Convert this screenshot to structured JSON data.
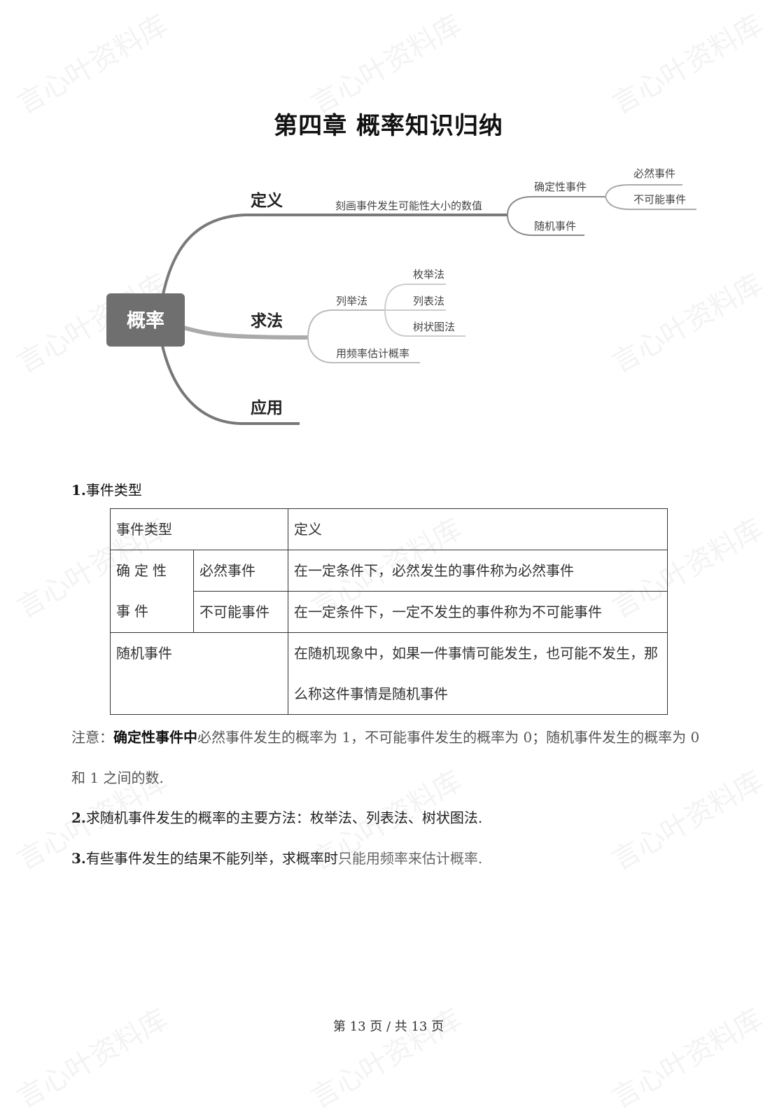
{
  "page_title": "第四章  概率知识归纳",
  "watermark_text": "言心叶资料库",
  "mindmap": {
    "root": "概率",
    "branches": {
      "definition": "定义",
      "method": "求法",
      "application": "应用"
    },
    "definition_desc": "刻画事件发生可能性大小的数值",
    "deterministic": "确定性事件",
    "certain": "必然事件",
    "impossible": "不可能事件",
    "random": "随机事件",
    "enumeration": "列举法",
    "list_method": "枚举法",
    "table_method": "列表法",
    "tree_method": "树状图法",
    "frequency_estimate": "用频率估计概率"
  },
  "section1": {
    "num": "1.",
    "title": "事件类型"
  },
  "table": {
    "header_type": "事件类型",
    "header_def": "定义",
    "deterministic": "确定性事件",
    "certain": "必然事件",
    "certain_def": "在一定条件下，必然发生的事件称为必然事件",
    "impossible": "不可能事件",
    "impossible_def": "在一定条件下，一定不发生的事件称为不可能事件",
    "random": "随机事件",
    "random_def": "在随机现象中，如果一件事情可能发生，也可能不发生，那么称这件事情是随机事件"
  },
  "note": {
    "prefix": "注意：",
    "bold": "确定性事件中",
    "text": "必然事件发生的概率为 1，不可能事件发生的概率为 0；随机事件发生的概率为 0 和 1 之间的数."
  },
  "section2": {
    "num": "2.",
    "text": "求随机事件发生的概率的主要方法：枚举法、列表法、树状图法."
  },
  "section3": {
    "num": "3.",
    "text": "有些事件发生的结果不能列举，求概率时",
    "highlight": "只能用频率来估计概率."
  },
  "footer": "第 13 页 / 共 13 页"
}
